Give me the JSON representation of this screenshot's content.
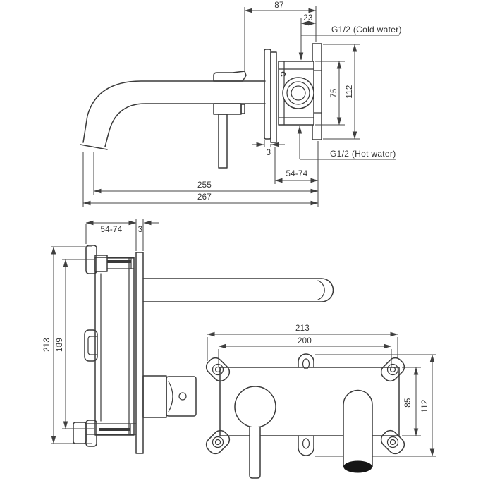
{
  "drawing": {
    "type": "technical-installation-drawing",
    "product": "wall-mounted basin mixer with concealed body",
    "line_color": "#3a3a3a",
    "background": "#ffffff",
    "faucet_side_view": {
      "dim_spout_to_valve": "87",
      "dim_cold_offset": "23",
      "label_cold": "G1/2 (Cold water)",
      "label_hot": "G1/2 (Hot water)",
      "marking_cold": "C",
      "dim_port_spacing": "75",
      "dim_plate_height": "112",
      "dim_plate_thickness": "3",
      "dim_install_depth": "54-74",
      "dim_spout_reach": "255",
      "dim_overall_reach": "267"
    },
    "box_side_view": {
      "dim_install_depth": "54-74",
      "dim_plate_thickness": "3",
      "dim_overall_height": "213",
      "dim_body_height": "189"
    },
    "box_front_view": {
      "dim_overall_width": "213",
      "dim_hole_spacing": "200",
      "dim_body_height": "85",
      "dim_overall_height": "112"
    }
  }
}
